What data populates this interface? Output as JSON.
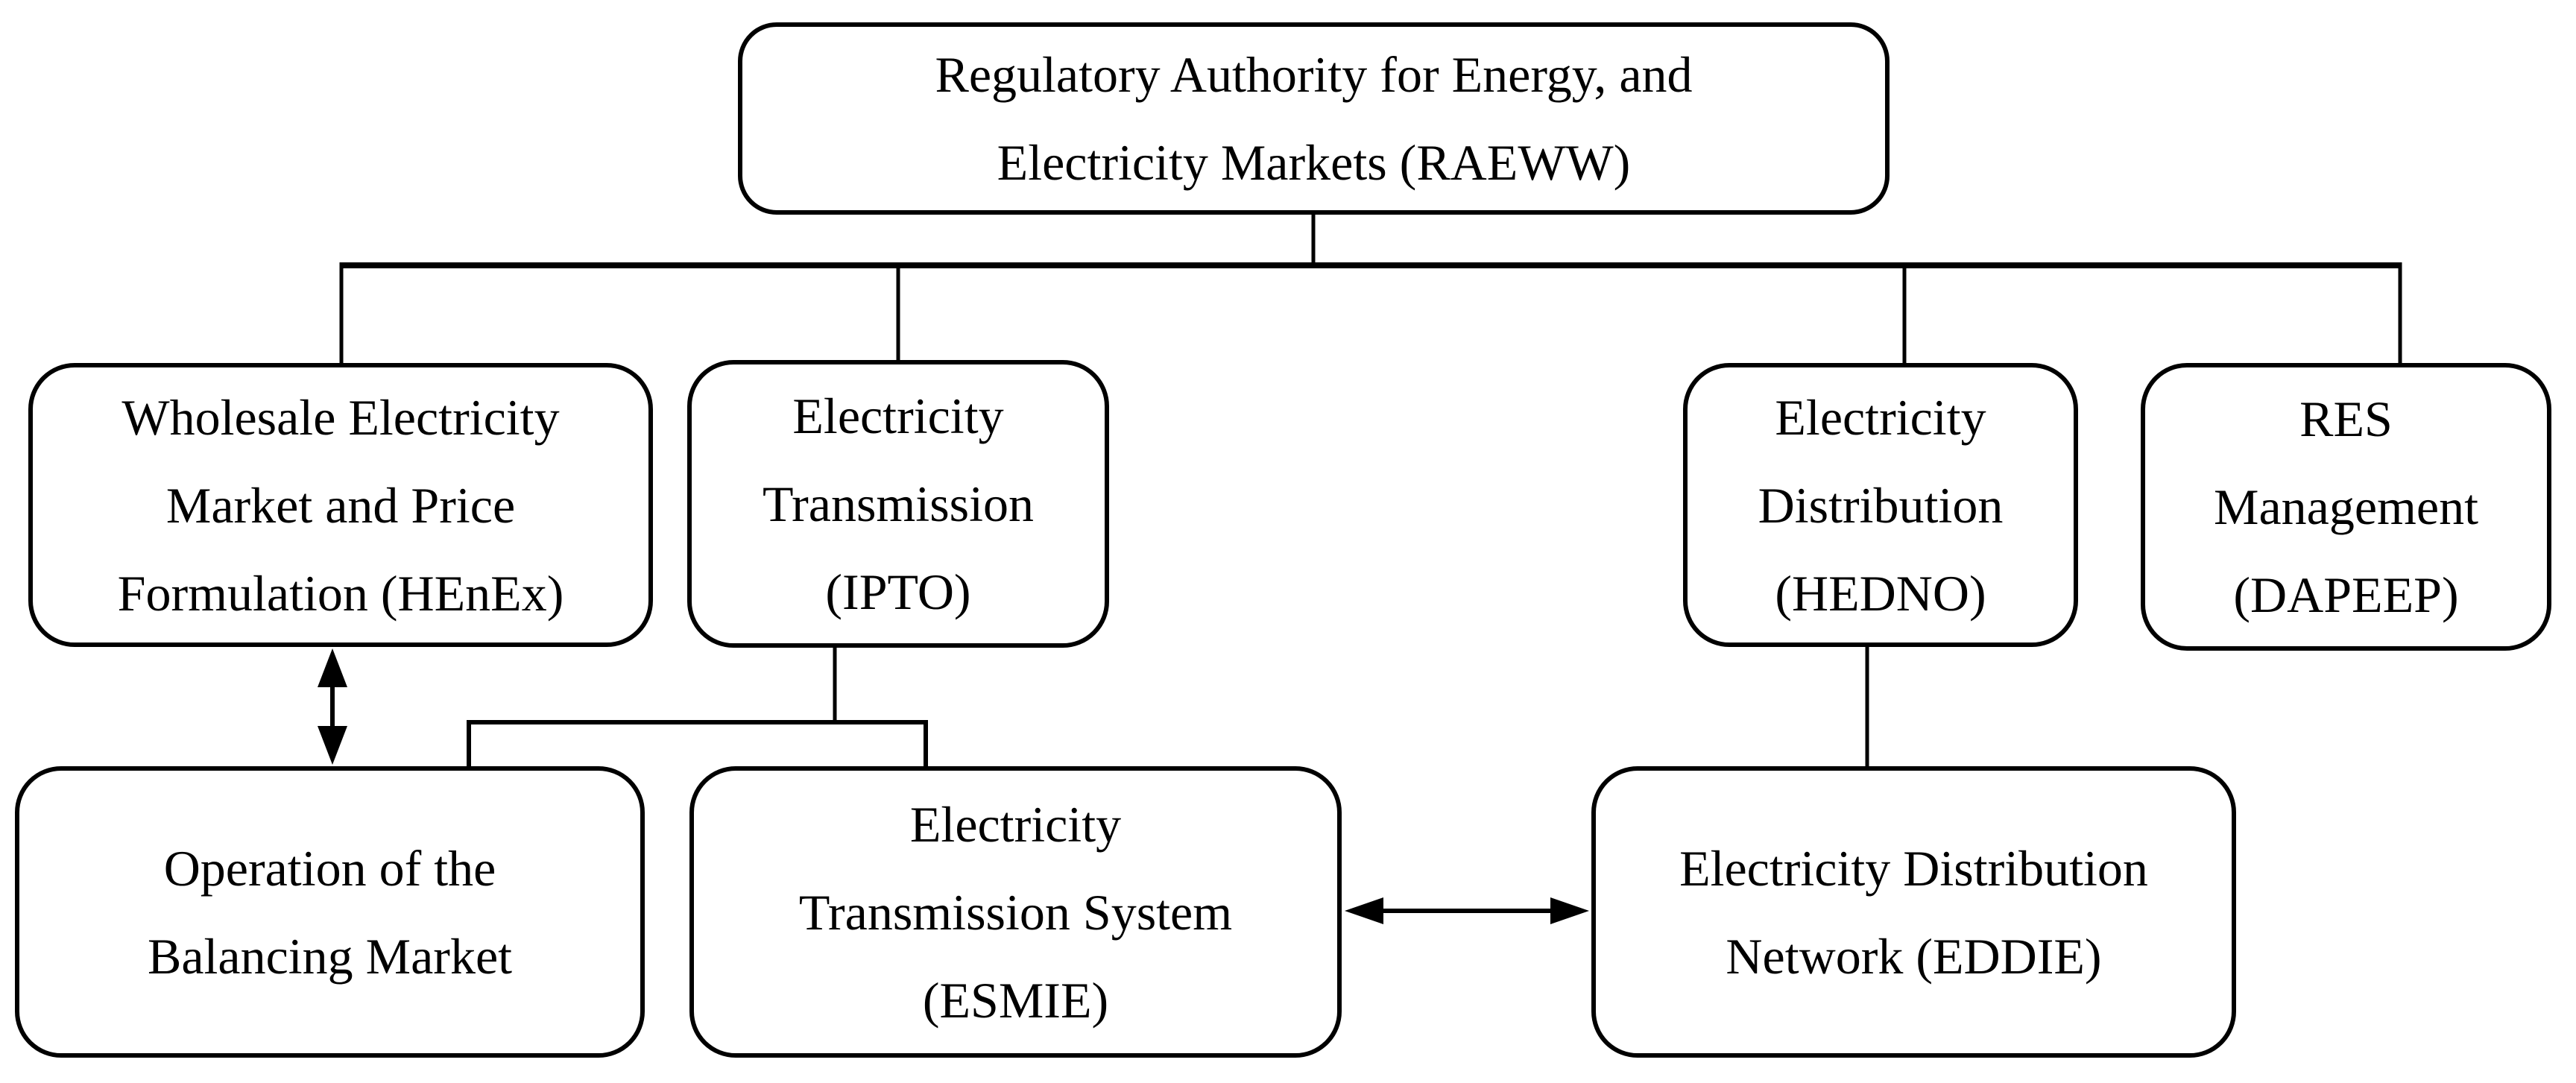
{
  "nodes": {
    "raeww": {
      "label": "Regulatory Authority for Energy, and\nElectricity Markets (RAEWW)"
    },
    "henex": {
      "label": "Wholesale Electricity\nMarket and Price\nFormulation (HEnEx)"
    },
    "ipto": {
      "label": "Electricity\nTransmission\n(IPTO)"
    },
    "hedno": {
      "label": "Electricity\nDistribution\n(HEDNO)"
    },
    "dapeep": {
      "label": "RES\nManagement\n(DAPEEP)"
    },
    "operation": {
      "label": "Operation of the\nBalancing Market"
    },
    "esmie": {
      "label": "Electricity\nTransmission System\n(ESMIE)"
    },
    "eddie": {
      "label": "Electricity Distribution\nNetwork (EDDIE)"
    }
  },
  "edges": [
    {
      "from": "raeww",
      "to": "henex",
      "type": "line"
    },
    {
      "from": "raeww",
      "to": "ipto",
      "type": "line"
    },
    {
      "from": "raeww",
      "to": "hedno",
      "type": "line"
    },
    {
      "from": "raeww",
      "to": "dapeep",
      "type": "line"
    },
    {
      "from": "henex",
      "to": "operation",
      "type": "double-arrow"
    },
    {
      "from": "ipto",
      "to": "operation",
      "type": "line"
    },
    {
      "from": "ipto",
      "to": "esmie",
      "type": "line"
    },
    {
      "from": "hedno",
      "to": "eddie",
      "type": "line"
    },
    {
      "from": "esmie",
      "to": "eddie",
      "type": "double-arrow"
    }
  ],
  "colors": {
    "line": "#000000",
    "box_border": "#000000",
    "box_fill": "#ffffff",
    "background": "#ffffff"
  }
}
